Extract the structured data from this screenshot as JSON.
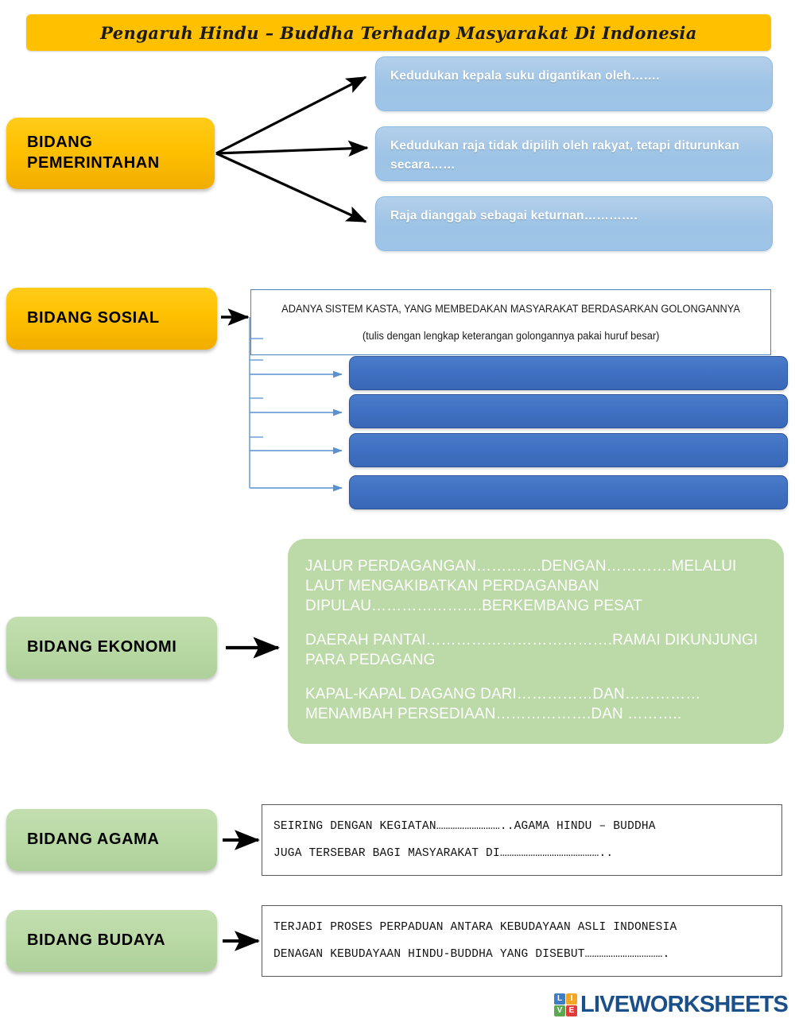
{
  "title": "Pengaruh Hindu – Buddha Terhadap Masyarakat Di Indonesia",
  "colors": {
    "title_bar": "#ffc000",
    "amber_label": "#ffc000",
    "green_label": "#bcd9a8",
    "light_blue_box": "#9dc3e6",
    "dark_blue_bar": "#3f6fc0",
    "sosial_border": "#4f81bd",
    "mono_border": "#595959",
    "logo_blue": "#1b4f8a"
  },
  "sections": {
    "pemerintahan": {
      "label": "BIDANG\nPEMERINTAHAN",
      "label_line1": "BIDANG",
      "label_line2": "PEMERINTAHAN",
      "boxes": [
        "Kedudukan kepala suku digantikan oleh…….",
        "Kedudukan raja tidak dipilih oleh rakyat, tetapi diturunkan secara……",
        "Raja dianggab sebagai keturnan…………."
      ]
    },
    "sosial": {
      "label": "BIDANG SOSIAL",
      "statement_line1": "ADANYA SISTEM KASTA, YANG MEMBEDAKAN MASYARAKAT BERDASARKAN GOLONGANNYA",
      "statement_line2": "(tulis dengan lengkap keterangan golongannya pakai huruf besar)",
      "answer_bars": [
        "",
        "",
        "",
        ""
      ],
      "answer_bar_count": 4
    },
    "ekonomi": {
      "label": "BIDANG EKONOMI",
      "paragraphs": [
        "JALUR PERDAGANGAN………….DENGAN………….MELALUI LAUT MENGAKIBATKAN PERDAGANBAN DIPULAU………………….BERKEMBANG PESAT",
        "DAERAH PANTAI……………………………….RAMAI DIKUNJUNGI PARA PEDAGANG",
        "KAPAL-KAPAL DAGANG DARI……………DAN……………MENAMBAH PERSEDIAAN……………….DAN ……….."
      ]
    },
    "agama": {
      "label": "BIDANG AGAMA",
      "lines": [
        "SEIRING DENGAN KEGIATAN………………………..AGAMA HINDU – BUDDHA",
        "JUGA TERSEBAR BAGI MASYARAKAT DI…………………………………….."
      ]
    },
    "budaya": {
      "label": "BIDANG BUDAYA",
      "lines": [
        "TERJADI PROSES PERPADUAN ANTARA KEBUDAYAAN ASLI INDONESIA",
        " DENAGAN KEBUDAYAAN HINDU-BUDDHA YANG DISEBUT……………………………."
      ]
    }
  },
  "footer": {
    "logo_word": "LIVEWORKSHEETS",
    "logo_tiles": [
      {
        "letter": "L",
        "color": "#3f7ec4"
      },
      {
        "letter": "I",
        "color": "#f5a623"
      },
      {
        "letter": "V",
        "color": "#5aa84f"
      },
      {
        "letter": "E",
        "color": "#e03b38"
      }
    ]
  }
}
